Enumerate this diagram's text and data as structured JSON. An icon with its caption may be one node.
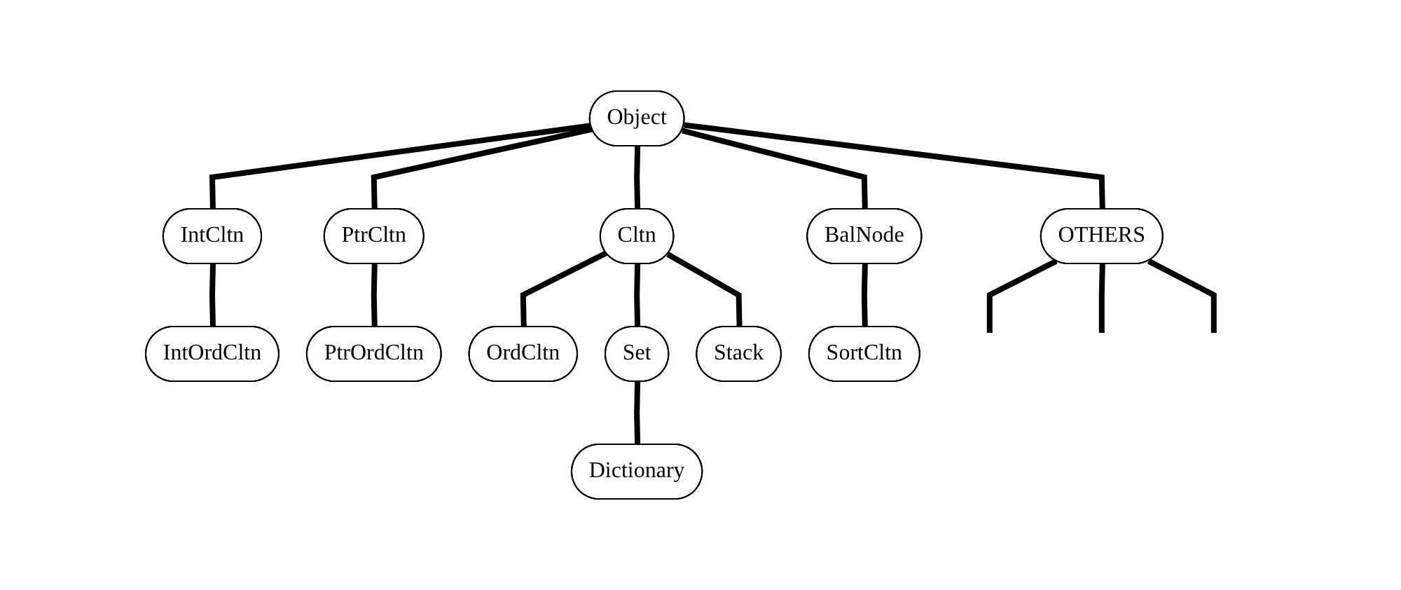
{
  "diagram": {
    "nodes": [
      {
        "text": [
          "Object"
        ]
      },
      {
        "text": [
          "IntCltn"
        ]
      },
      {
        "text": [
          "PtrCltn"
        ]
      },
      {
        "text": [
          "Cltn"
        ]
      },
      {
        "text": [
          "BalNode"
        ]
      },
      {
        "text": [
          "OTHERS"
        ]
      },
      {
        "text": [
          "IntOrdCltn"
        ]
      },
      {
        "text": [
          "PtrOrdCltn"
        ]
      },
      {
        "text": [
          "OrdCltn"
        ]
      },
      {
        "text": [
          "Set"
        ]
      },
      {
        "text": [
          "Stack"
        ]
      },
      {
        "text": [
          "SortCltn"
        ]
      },
      {
        "text": [
          "Dictionary"
        ]
      }
    ],
    "edges": [
      {
        "from": 0,
        "to": 1,
        "arrow": "none"
      },
      {
        "from": 0,
        "to": 2,
        "arrow": "none"
      },
      {
        "from": 0,
        "to": 3,
        "arrow": "none"
      },
      {
        "from": 0,
        "to": 4,
        "arrow": "none"
      },
      {
        "from": 0,
        "to": 5,
        "arrow": "none"
      },
      {
        "from": 1,
        "to": 6,
        "arrow": "none"
      },
      {
        "from": 2,
        "to": 7,
        "arrow": "none"
      },
      {
        "from": 3,
        "to": 8,
        "arrow": "none"
      },
      {
        "from": 3,
        "to": 9,
        "arrow": "none"
      },
      {
        "from": 3,
        "to": 10,
        "arrow": "none"
      },
      {
        "from": 4,
        "to": 11,
        "arrow": "none"
      },
      {
        "from": 9,
        "to": 12,
        "arrow": "none"
      },
      {
        "from": 5,
        "to": null,
        "arrow": "none"
      },
      {
        "from": 5,
        "to": null,
        "arrow": "none"
      },
      {
        "from": 5,
        "to": null,
        "arrow": "none"
      }
    ]
  }
}
